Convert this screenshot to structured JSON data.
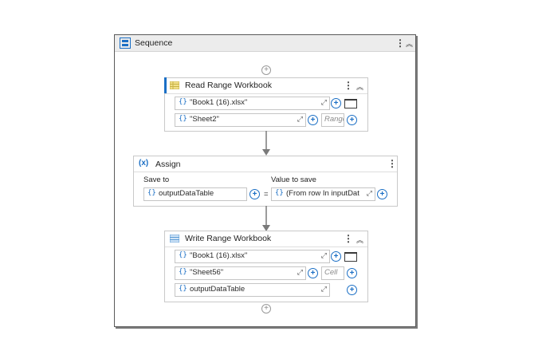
{
  "sequence": {
    "title": "Sequence"
  },
  "read_range": {
    "title": "Read Range Workbook",
    "workbook_path": "\"Book1 (16).xlsx\"",
    "sheet_name": "\"Sheet2\"",
    "range_placeholder": "Range"
  },
  "assign": {
    "title": "Assign",
    "save_to_label": "Save to",
    "value_label": "Value to save",
    "save_to_value": "outputDataTable",
    "equals": "=",
    "value_expression": "(From row In inputDat"
  },
  "write_range": {
    "title": "Write Range Workbook",
    "workbook_path": "\"Book1 (16).xlsx\"",
    "sheet_name": "\"Sheet56\"",
    "cell_placeholder": "Cell",
    "datatable": "outputDataTable"
  },
  "icons": {
    "brace": "{}",
    "plus": "+",
    "kebab": "⋮",
    "collapse": "︽",
    "expand": "⤢",
    "assign": "(x)"
  }
}
